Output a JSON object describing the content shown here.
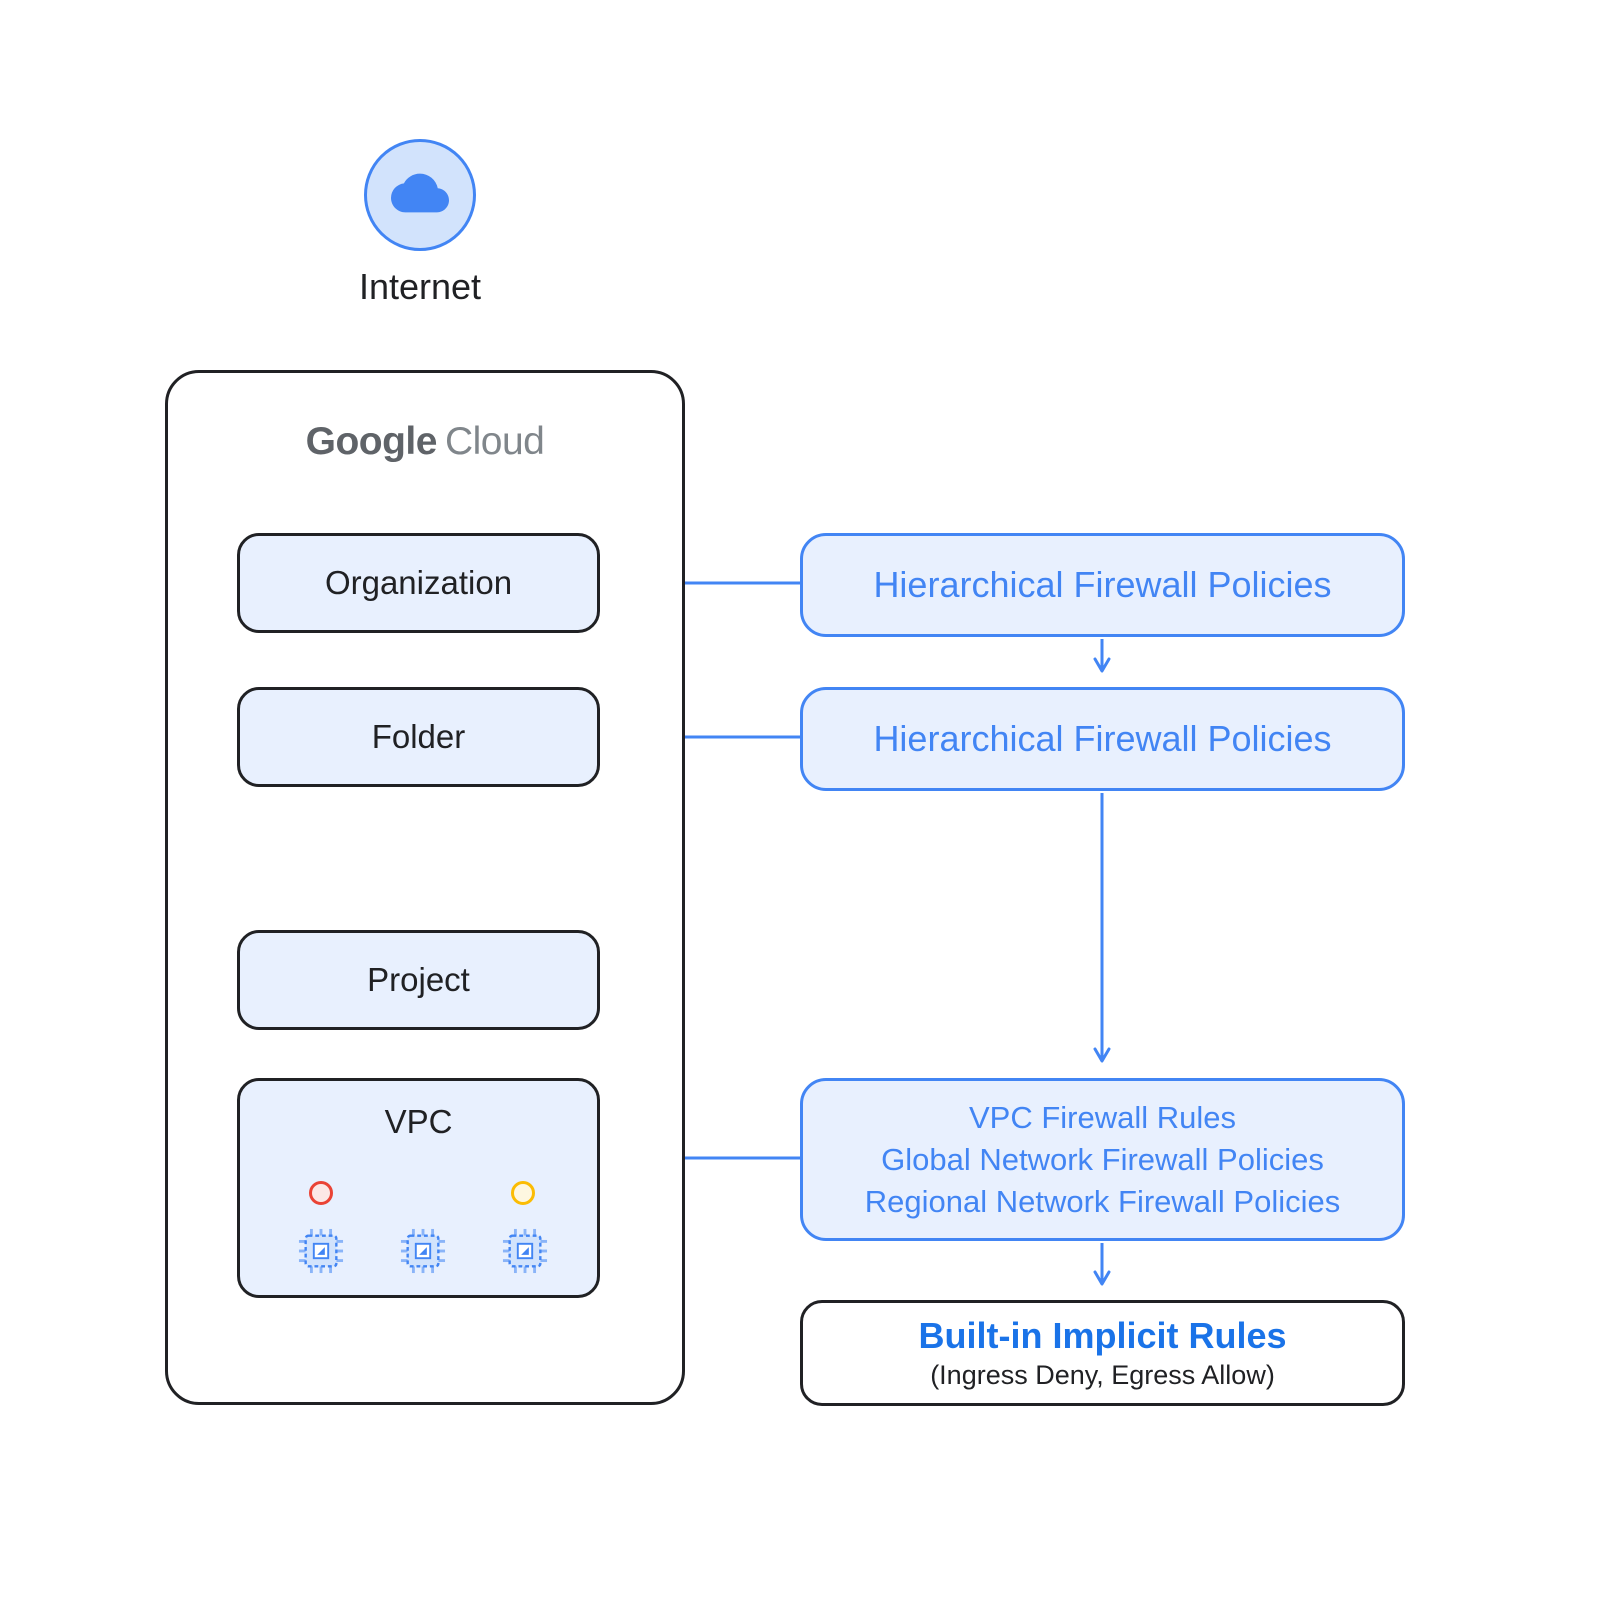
{
  "internet": {
    "label": "Internet"
  },
  "container": {
    "brand": {
      "google": "Google",
      "cloud": "Cloud"
    }
  },
  "hierarchy": {
    "organization": {
      "label": "Organization"
    },
    "folder": {
      "label": "Folder"
    },
    "project": {
      "label": "Project"
    },
    "vpc": {
      "label": "VPC"
    }
  },
  "policies": {
    "org_policy": {
      "label": "Hierarchical Firewall Policies"
    },
    "folder_policy": {
      "label": "Hierarchical Firewall Policies"
    },
    "vpc_policy": {
      "lines": [
        "VPC Firewall Rules",
        "Global Network Firewall Policies",
        "Regional Network Firewall Policies"
      ]
    },
    "implicit": {
      "title": "Built-in Implicit Rules",
      "subtitle": "(Ingress Deny, Egress Allow)"
    }
  },
  "colors": {
    "accent_blue": "#4285f4",
    "text_blue": "#1a73e8",
    "fill_light_blue": "#e8f0fe",
    "outline_dark": "#202124",
    "status_red": "#ea4335",
    "status_yellow": "#fbbc04"
  },
  "icons": {
    "internet": "cloud-icon",
    "vpc_instances": "chip-icon",
    "vpc_status": [
      "red-status-dot",
      "yellow-status-dot"
    ]
  }
}
